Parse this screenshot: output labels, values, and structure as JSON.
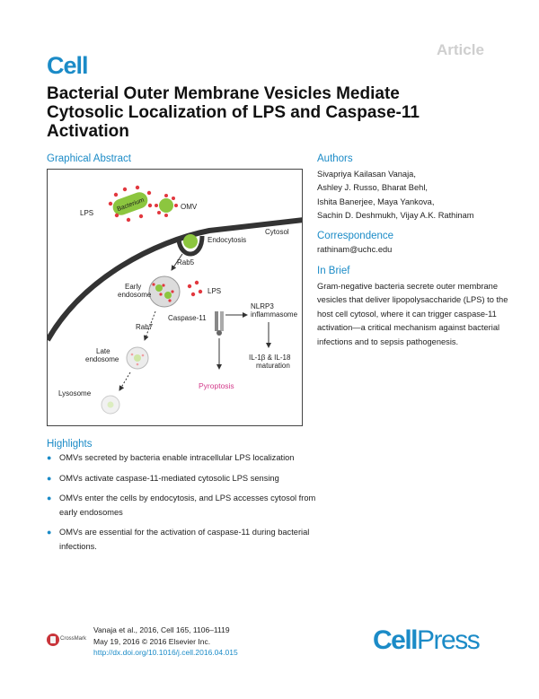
{
  "header": {
    "article_tag": "Article",
    "journal_logo": "Cell"
  },
  "title": "Bacterial Outer Membrane Vesicles Mediate Cytosolic Localization of LPS and Caspase-11 Activation",
  "graphical_abstract": {
    "heading": "Graphical Abstract",
    "labels": {
      "bacterium": "Bacterium",
      "lps_top": "LPS",
      "omv": "OMV",
      "endocytosis": "Endocytosis",
      "cytosol": "Cytosol",
      "rab5": "Rab5",
      "early_endosome_1": "Early",
      "early_endosome_2": "endosome",
      "lps_mid": "LPS",
      "caspase11": "Caspase-11",
      "nlrp3_1": "NLRP3",
      "nlrp3_2": "inflammasome",
      "rab7": "Rab7",
      "late_endosome_1": "Late",
      "late_endosome_2": "endosome",
      "il_1": "IL-1β & IL-18",
      "il_2": "maturation",
      "lysosome": "Lysosome",
      "pyroptosis": "Pyroptosis"
    },
    "colors": {
      "vesicle_green": "#8cc63f",
      "lps_red": "#e2383f",
      "pyroptosis_pink": "#d33a8b",
      "membrane": "#333333"
    }
  },
  "authors": {
    "heading": "Authors",
    "lines": [
      "Sivapriya Kailasan Vanaja,",
      "Ashley J. Russo, Bharat Behl,",
      "Ishita Banerjee, Maya Yankova,",
      "Sachin D. Deshmukh, Vijay A.K. Rathinam"
    ]
  },
  "correspondence": {
    "heading": "Correspondence",
    "email": "rathinam@uchc.edu"
  },
  "in_brief": {
    "heading": "In Brief",
    "text": "Gram-negative bacteria secrete outer membrane vesicles that deliver lipopolysaccharide (LPS) to the host cell cytosol, where it can trigger caspase-11 activation—a critical mechanism against bacterial infections and to sepsis pathogenesis."
  },
  "highlights": {
    "heading": "Highlights",
    "bullet": "●",
    "items": [
      "OMVs secreted by bacteria enable intracellular LPS localization",
      "OMVs activate caspase-11-mediated cytosolic LPS sensing",
      "OMVs enter the cells by endocytosis, and LPS accesses cytosol from early endosomes",
      "OMVs are essential for the activation of caspase-11 during bacterial infections."
    ]
  },
  "footer": {
    "crossmark": "CrossMark",
    "citation_line1": "Vanaja et al., 2016, Cell 165, 1106–1119",
    "citation_line2": "May 19, 2016 © 2016 Elsevier Inc.",
    "doi": "http://dx.doi.org/10.1016/j.cell.2016.04.015",
    "publisher_logo_bold": "Cell",
    "publisher_logo_light": "Press"
  }
}
